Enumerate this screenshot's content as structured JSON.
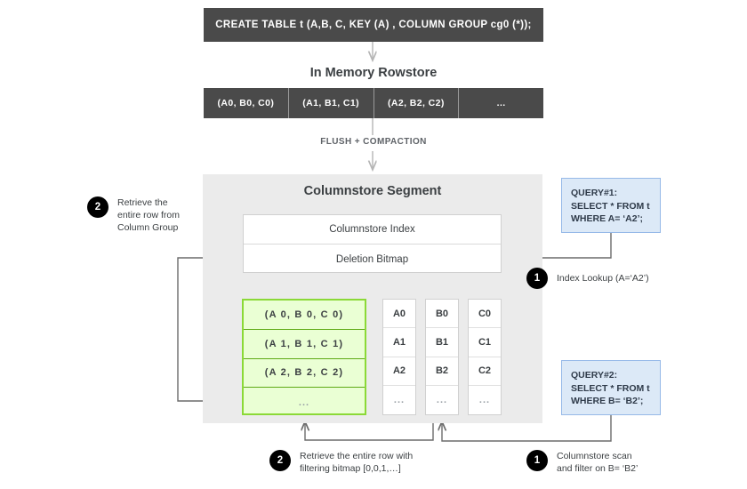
{
  "ddl": {
    "statement": "CREATE TABLE  t (A,B, C, KEY (A) , COLUMN GROUP cg0 (*));"
  },
  "rowstore": {
    "title": "In Memory Rowstore",
    "cells": [
      "(A0, B0, C0)",
      "(A1, B1, C1)",
      "(A2, B2, C2)",
      "..."
    ]
  },
  "flush": {
    "label": "FLUSH + COMPACTION"
  },
  "segment": {
    "title": "Columnstore Segment",
    "meta": {
      "index_label": "Columnstore Index",
      "bitmap_label": "Deletion Bitmap"
    },
    "column_group": {
      "rows": [
        "(A 0,  B 0,  C 0)",
        "(A 1,  B 1,  C 1)",
        "(A 2,  B 2,  C 2)",
        "..."
      ]
    },
    "columns": [
      {
        "name": "A",
        "cells": [
          "A0",
          "A1",
          "A2",
          "..."
        ]
      },
      {
        "name": "B",
        "cells": [
          "B0",
          "B1",
          "B2",
          "..."
        ]
      },
      {
        "name": "C",
        "cells": [
          "C0",
          "C1",
          "C2",
          "..."
        ]
      }
    ]
  },
  "queries": {
    "query1": {
      "line1": "QUERY#1:",
      "line2": "SELECT * FROM t",
      "line3": "WHERE A= ‘A2’;"
    },
    "query2": {
      "line1": "QUERY#2:",
      "line2": "SELECT * FROM t",
      "line3": "WHERE B= ‘B2’;"
    }
  },
  "annotations": {
    "retrieve_column_group": {
      "number": "2",
      "text": "Retrieve the\nentire row from\nColumn Group"
    },
    "index_lookup": {
      "number": "1",
      "text": "Index Lookup (A=‘A2’)"
    },
    "retrieve_bitmap": {
      "number": "2",
      "text": "Retrieve the entire row with\nfiltering bitmap [0,0,1,…]"
    },
    "columnstore_scan": {
      "number": "1",
      "text": "Columnstore scan\nand filter on B= ‘B2’"
    }
  },
  "colors": {
    "dark_bar": "#4a4a4a",
    "segment_bg": "#ebebeb",
    "column_group_fill": "#eaffd4",
    "column_group_border": "#8bd937",
    "query_fill": "#dce9f7",
    "query_border": "#96b9e8",
    "connector": "#6b6b6b",
    "badge": "#000000"
  }
}
